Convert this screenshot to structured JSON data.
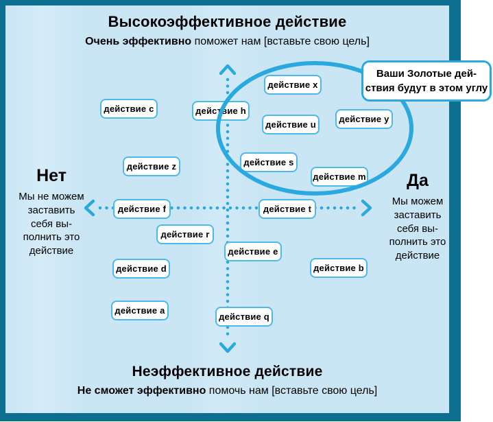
{
  "colors": {
    "background": "#cae5f4",
    "frame": "#0c6f90",
    "accent": "#29a9e0",
    "box_border": "#4db9e9",
    "box_fill": "#ffffff",
    "text": "#000000"
  },
  "top_axis_label": {
    "title": "Высокоэффективное действие",
    "subtitle_bold": "Очень эффективно",
    "subtitle_rest": " поможет нам [вставьте свою цель]"
  },
  "bottom_axis_label": {
    "title": "Неэффективное действие",
    "subtitle_bold": "Не сможет эффективно",
    "subtitle_rest": " помочь нам [вставьте свою цель]"
  },
  "left_axis_label": {
    "heading": "Нет",
    "description": "Мы не можем\nзаставить\nсебя вы-\nполнить это\nдействие"
  },
  "right_axis_label": {
    "heading": "Да",
    "description": "Мы можем\nзаставить\nсебя вы-\nполнить это\nдействие"
  },
  "callout": {
    "text": "Ваши Золотые дей-\nствия будут в этом углу"
  },
  "nodes": [
    {
      "label": "действие c"
    },
    {
      "label": "действие h"
    },
    {
      "label": "действие x"
    },
    {
      "label": "действие u"
    },
    {
      "label": "действие y"
    },
    {
      "label": "действие z"
    },
    {
      "label": "действие s"
    },
    {
      "label": "действие m"
    },
    {
      "label": "действие f"
    },
    {
      "label": "действие t"
    },
    {
      "label": "действие r"
    },
    {
      "label": "действие e"
    },
    {
      "label": "действие d"
    },
    {
      "label": "действие b"
    },
    {
      "label": "действие a"
    },
    {
      "label": "действие q"
    }
  ]
}
